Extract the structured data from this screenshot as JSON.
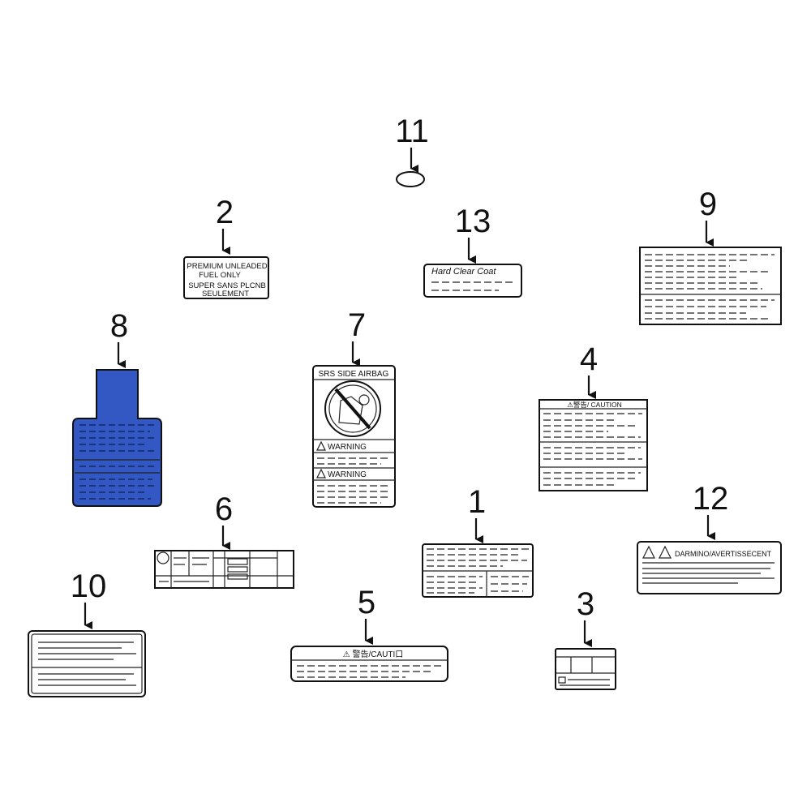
{
  "callouts": {
    "c1": "1",
    "c2": "2",
    "c3": "3",
    "c4": "4",
    "c5": "5",
    "c6": "6",
    "c7": "7",
    "c8": "8",
    "c9": "9",
    "c10": "10",
    "c11": "11",
    "c12": "12",
    "c13": "13"
  },
  "labels": {
    "fuel": {
      "line1": "PREMIUM UNLEADED",
      "line2": "FUEL ONLY",
      "line3": "SUPER SANS PLCNB",
      "line4": "SEULEMENT"
    },
    "paint": {
      "text": "Hard Clear Coat"
    },
    "airbag": {
      "title": "SRS SIDE AIRBAG",
      "warning1": "WARNING",
      "warning2": "WARNING"
    },
    "caution4": {
      "header": "⚠警告/ CAUTION"
    },
    "caution5": {
      "header": "⚠ 警告/CAUTI口"
    },
    "warning12": {
      "header": "DARMINO/AVERTISSECENT"
    }
  },
  "colors": {
    "highlight": "#3358c4",
    "line": "#111111"
  },
  "icons": {
    "no_child_seat": "no-rear-facing-child-seat-icon",
    "warning": "warning-triangle-icon"
  }
}
